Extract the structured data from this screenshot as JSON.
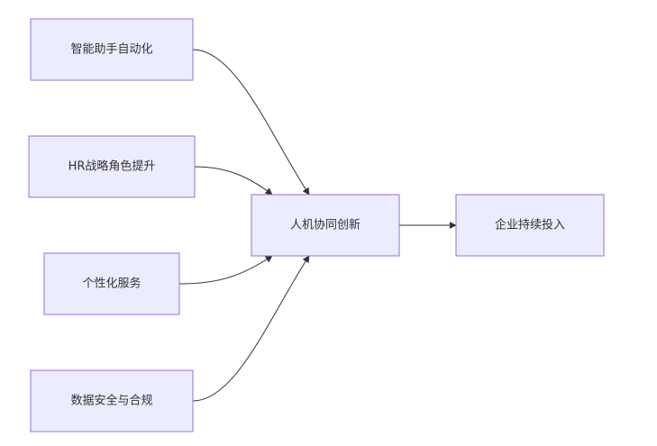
{
  "diagram": {
    "type": "flowchart",
    "direction": "left-to-right",
    "nodes": {
      "ai_assistant": "智能助手自动化",
      "hr_role": "HR战略角色提升",
      "personalized": "个性化服务",
      "data_security": "数据安全与合规",
      "collaboration": "人机协同创新",
      "investment": "企业持续投入"
    },
    "edges": [
      {
        "from": "ai_assistant",
        "to": "collaboration"
      },
      {
        "from": "hr_role",
        "to": "collaboration"
      },
      {
        "from": "personalized",
        "to": "collaboration"
      },
      {
        "from": "data_security",
        "to": "collaboration"
      },
      {
        "from": "collaboration",
        "to": "investment"
      }
    ],
    "colors": {
      "node_fill": "#ececff",
      "node_border": "#9370db",
      "edge": "#333333",
      "text": "#333333"
    }
  }
}
